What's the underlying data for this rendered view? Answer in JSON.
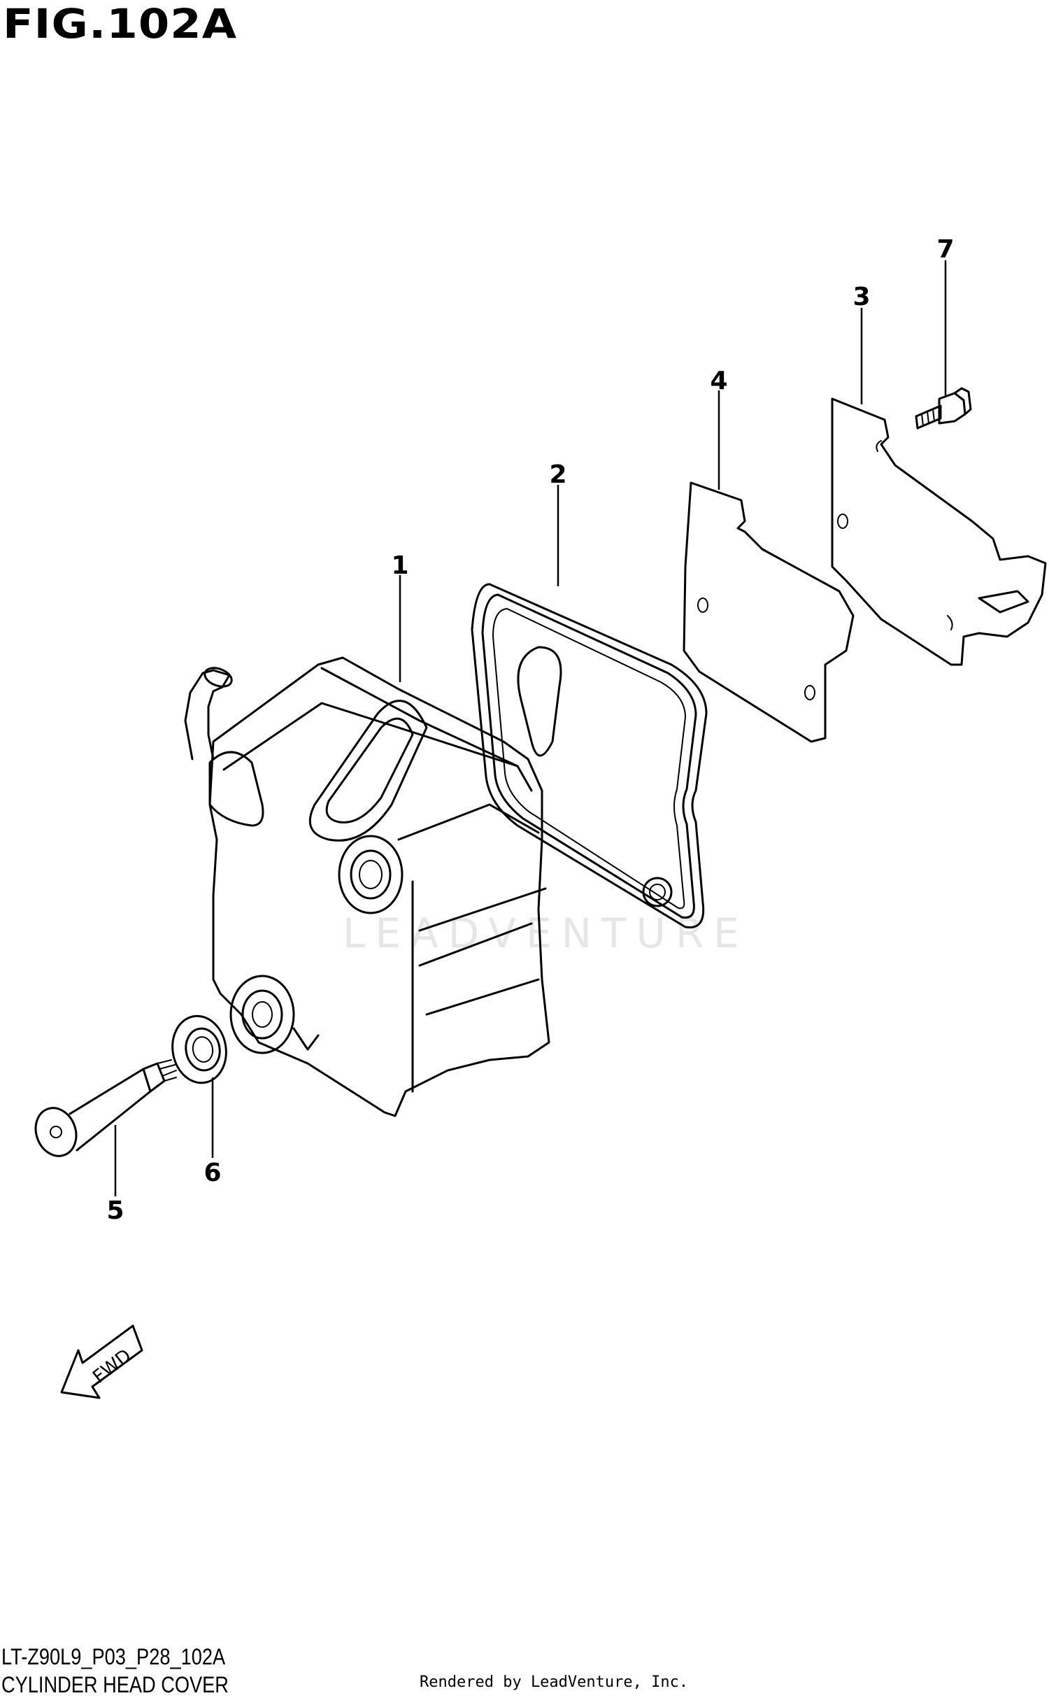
{
  "figure": {
    "title": "FIG.102A"
  },
  "callouts": [
    "1",
    "2",
    "3",
    "4",
    "5",
    "6",
    "7"
  ],
  "fwd_arrow": {
    "label": "FWD"
  },
  "watermark": "LEADVENTURE",
  "footer": {
    "code": "LT-Z90L9_P03_P28_102A",
    "name": "CYLINDER HEAD COVER",
    "credit": "Rendered by LeadVenture, Inc."
  }
}
